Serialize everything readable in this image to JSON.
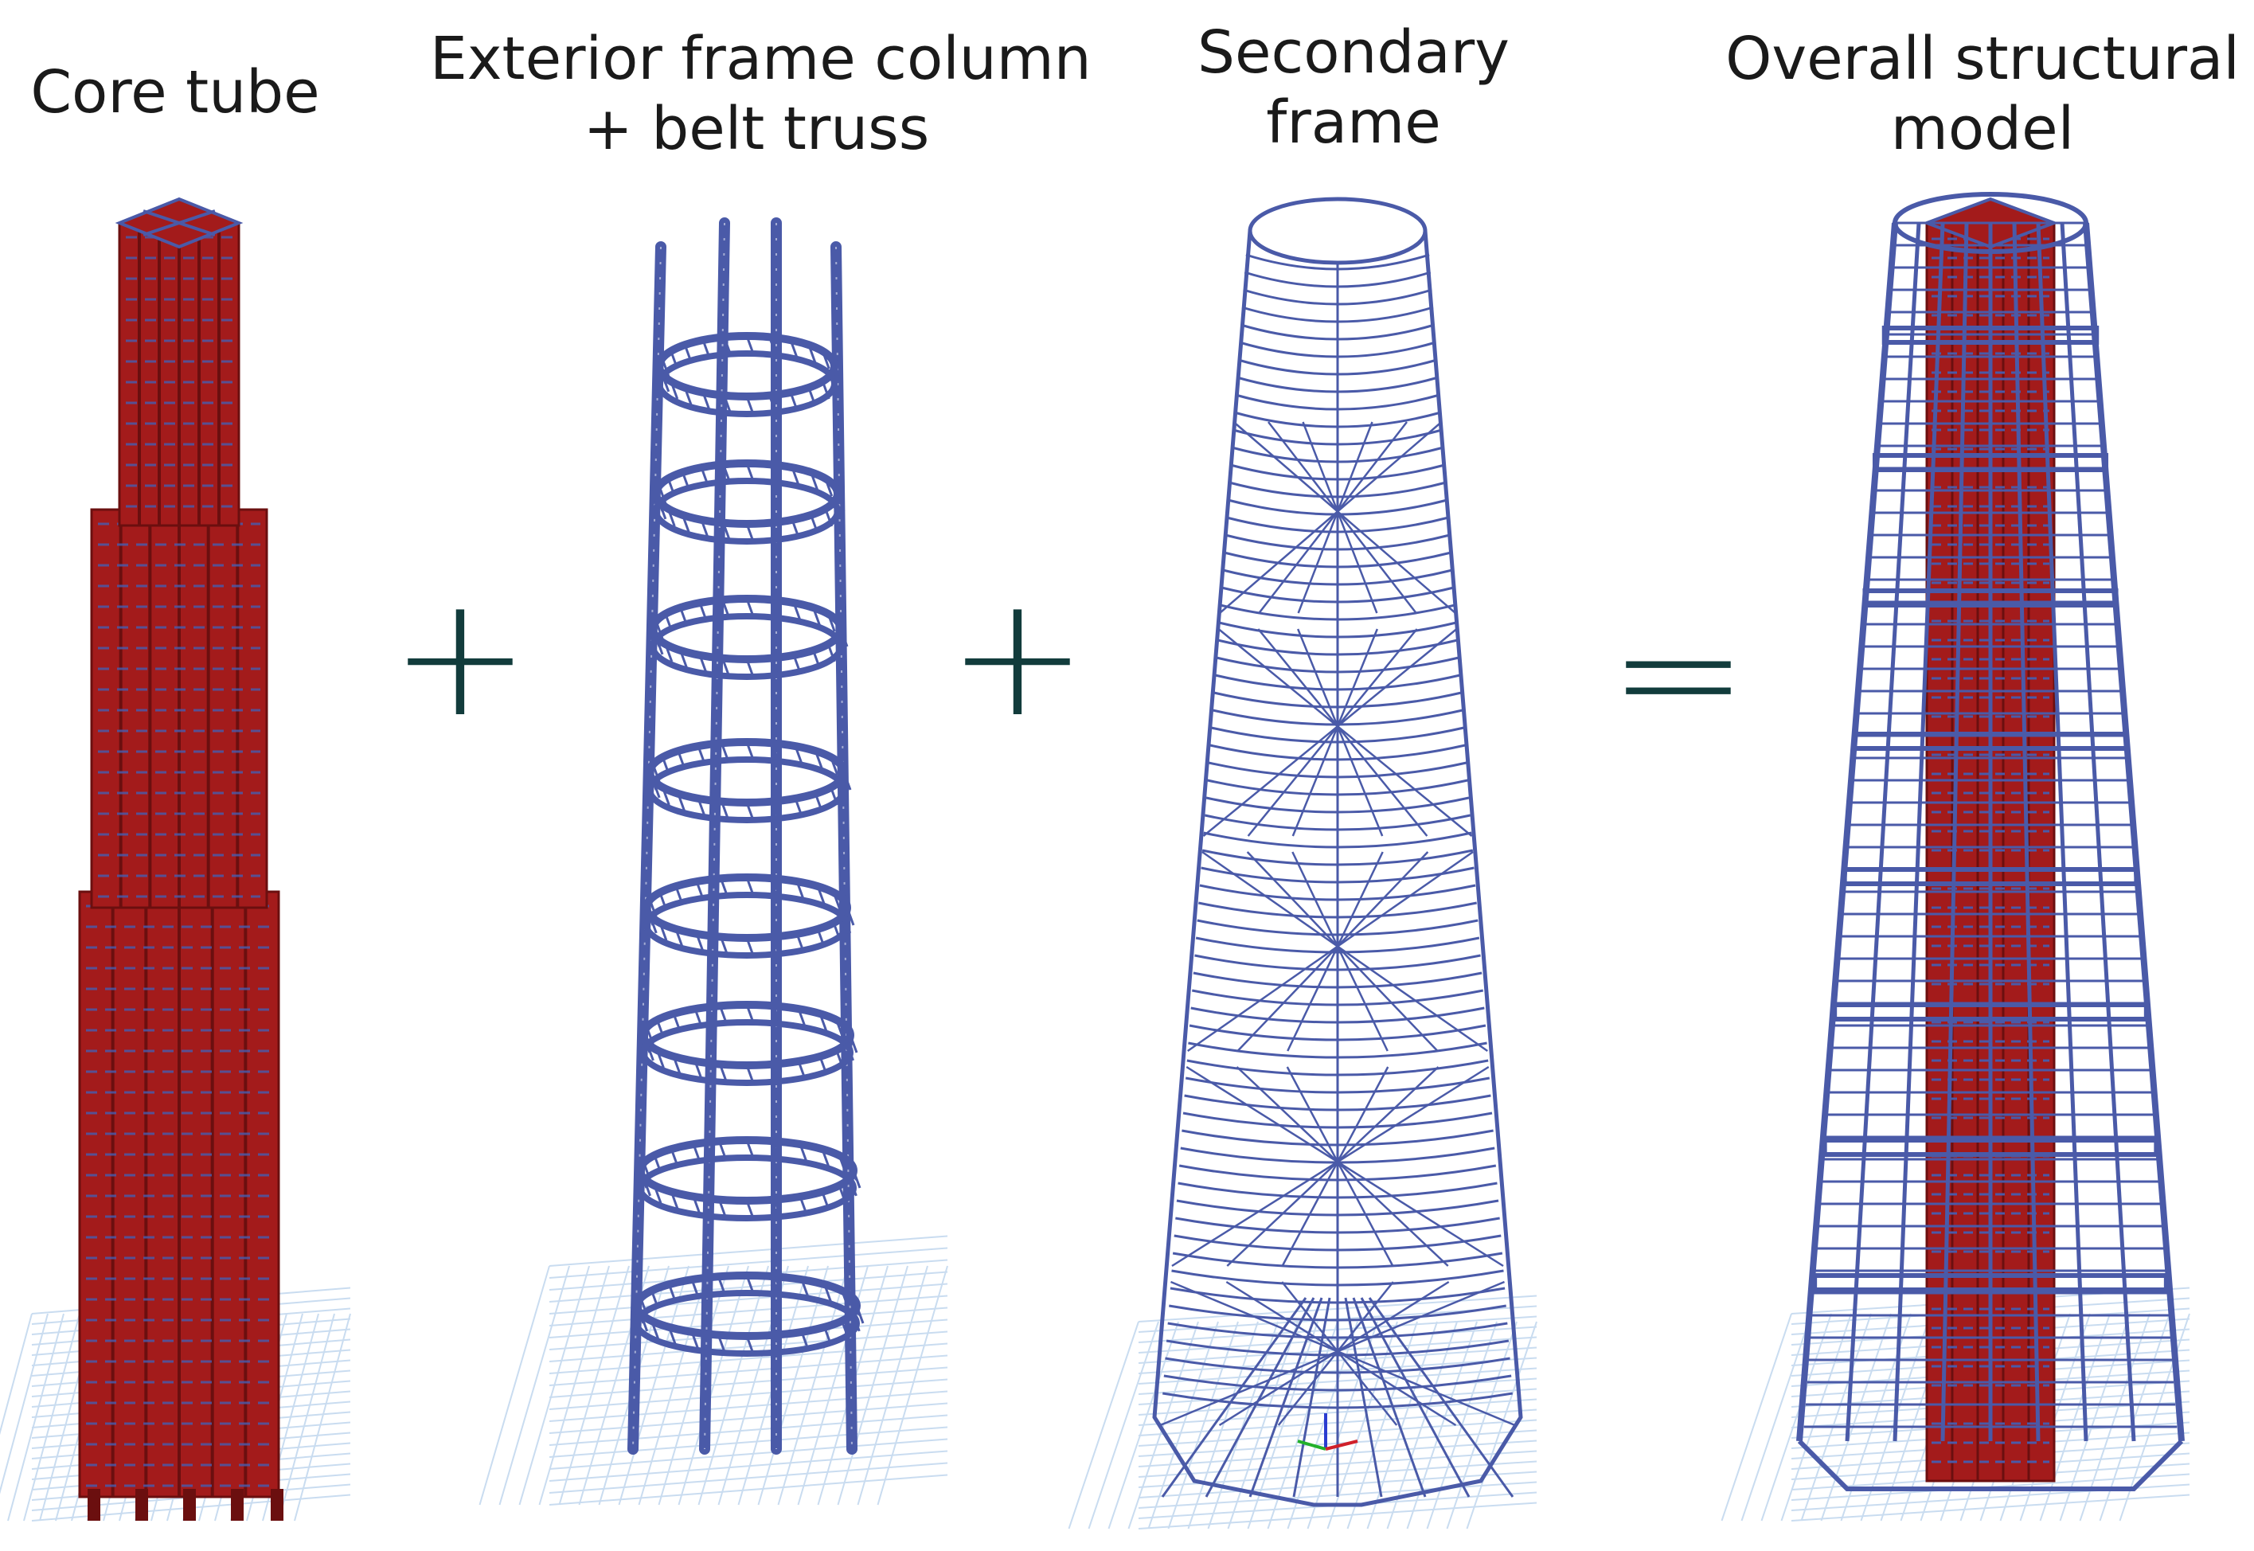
{
  "panels": [
    {
      "title_line1": "Core tube",
      "title_line2": ""
    },
    {
      "title_line1": "Exterior frame column",
      "title_line2": "+ belt truss"
    },
    {
      "title_line1": "Secondary",
      "title_line2": "frame"
    },
    {
      "title_line1": "Overall structural",
      "title_line2": "model"
    }
  ],
  "operators": [
    "+",
    "+",
    "="
  ],
  "colors": {
    "core_red": "#a31b1b",
    "core_dark": "#6b0f0f",
    "frame_blue": "#4a5aa8",
    "grid_blue": "#c9dcf0",
    "operator": "#123c3c"
  },
  "icons": [
    "ground-grid-icon",
    "axis-triad-icon"
  ]
}
